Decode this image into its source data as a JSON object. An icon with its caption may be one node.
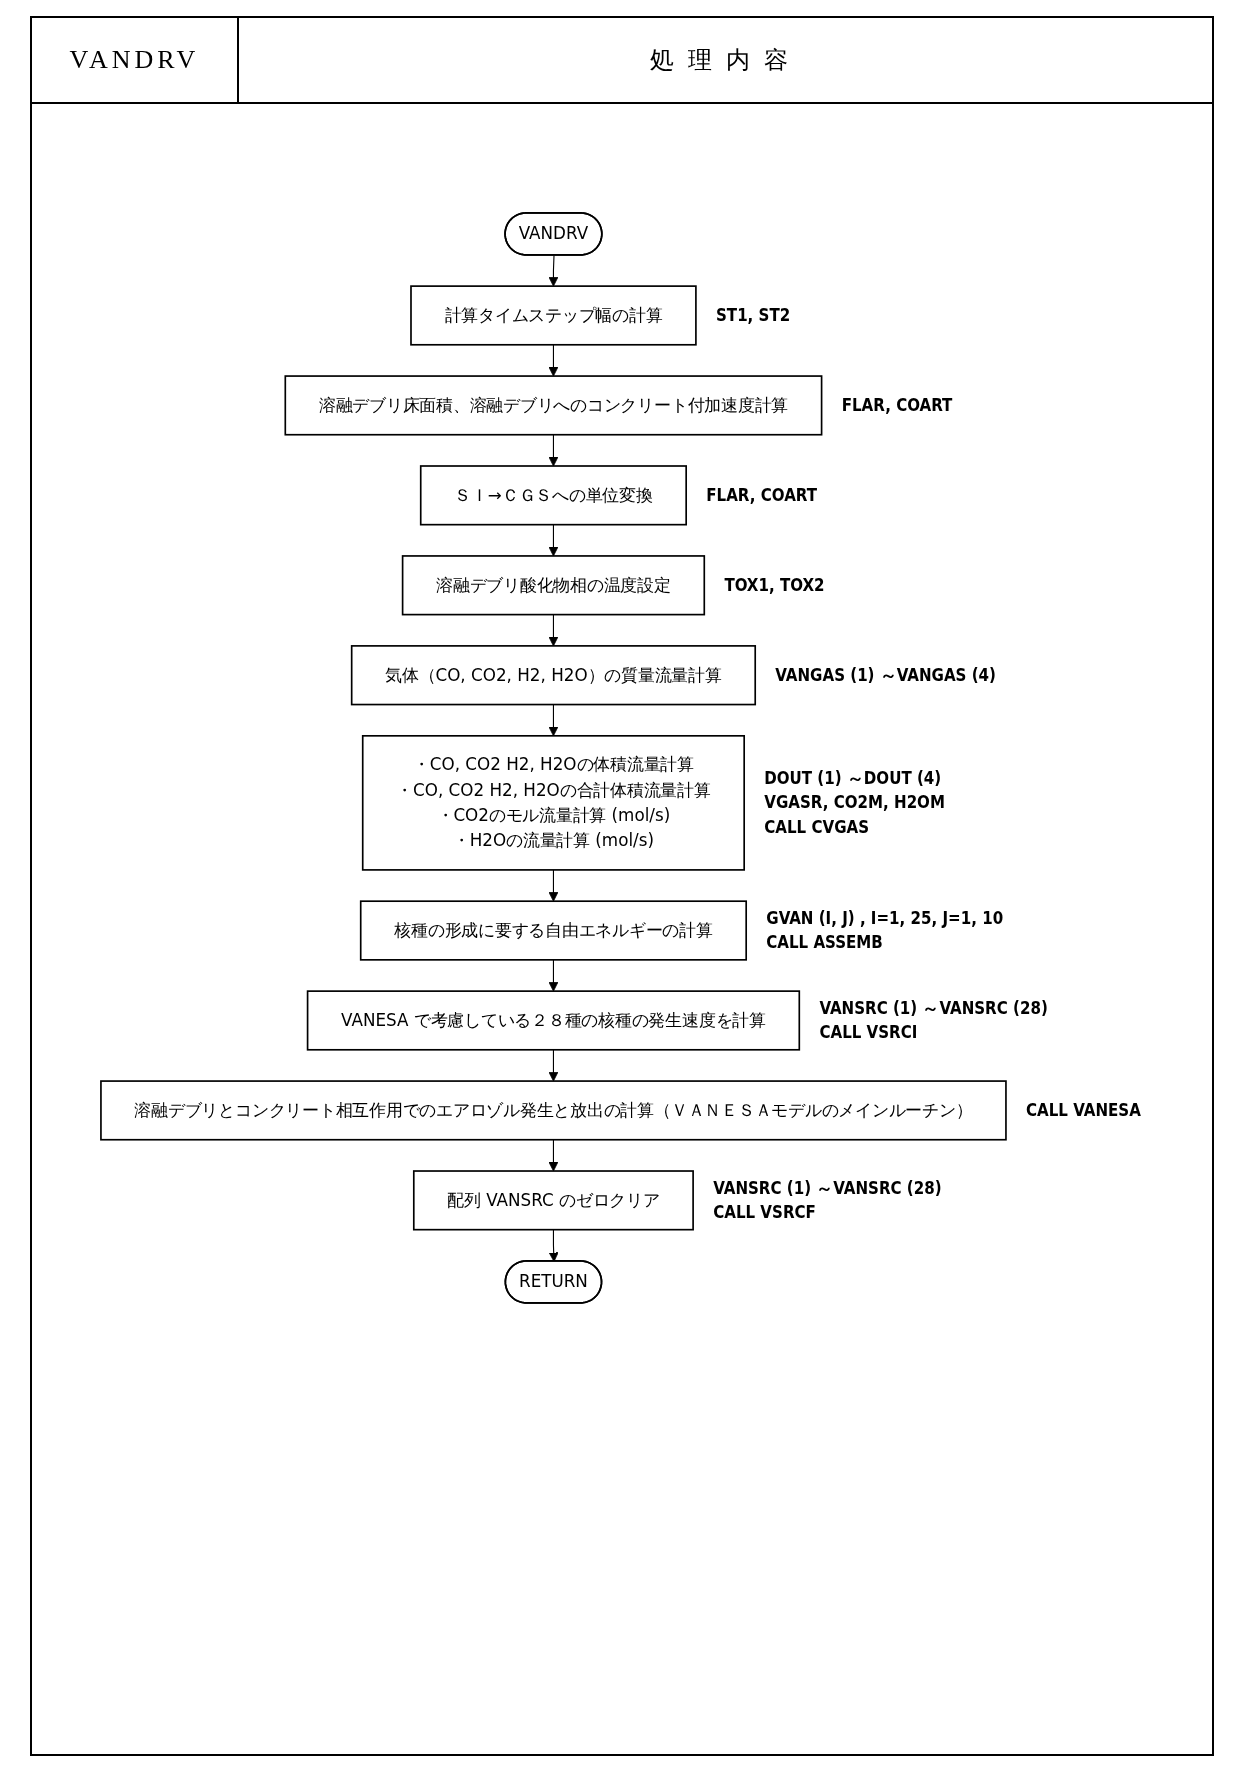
{
  "diagram": {
    "nodes": [
      {
        "text": [
          "VANDRV"
        ]
      },
      {
        "text": [
          "計算タイムステップ幅の計算"
        ],
        "beside": [
          "ST1, ST2"
        ]
      },
      {
        "text": [
          "溶融デブリ床面積、溶融デブリへのコンクリート付加速度計算"
        ],
        "beside": [
          "FLAR, COART"
        ]
      },
      {
        "text": [
          "ＳＩ→ＣＧＳへの単位変換"
        ],
        "beside": [
          "FLAR, COART"
        ]
      },
      {
        "text": [
          "溶融デブリ酸化物相の温度設定"
        ],
        "beside": [
          "TOX1, TOX2"
        ]
      },
      {
        "text": [
          "気体（CO, CO2, H2, H2O）の質量流量計算"
        ],
        "beside": [
          "VANGAS (1) ～VANGAS (4)"
        ]
      },
      {
        "text": [
          "・CO, CO2 H2, H2Oの体積流量計算",
          "・CO, CO2 H2, H2Oの合計体積流量計算",
          "・CO2のモル流量計算 (mol/s)",
          "・H2Oの流量計算 (mol/s)"
        ],
        "beside": [
          "DOUT (1) ～DOUT (4)",
          "VGASR, CO2M, H2OM",
          "CALL CVGAS"
        ]
      },
      {
        "text": [
          "核種の形成に要する自由エネルギーの計算"
        ],
        "beside": [
          "GVAN (I, J) , I=1, 25, J=1, 10",
          "CALL ASSEMB"
        ]
      },
      {
        "text": [
          "VANESA で考慮している２８種の核種の発生速度を計算"
        ],
        "beside": [
          "VANSRC (1) ～VANSRC (28)",
          "CALL VSRCI"
        ]
      },
      {
        "text": [
          "溶融デブリとコンクリート相互作用でのエアロゾル発生と放出の計算（ＶＡＮＥＳＡモデルのメインルーチン）"
        ],
        "beside": [
          "CALL VANESA"
        ]
      },
      {
        "text": [
          "配列 VANSRC のゼロクリア"
        ],
        "beside": [
          "VANSRC (1) ～VANSRC (28)",
          "CALL VSRCF"
        ]
      },
      {
        "text": [
          "RETURN"
        ]
      }
    ],
    "edges": [
      {
        "from": 0,
        "to": 1,
        "arrow": "to"
      },
      {
        "from": 1,
        "to": 2,
        "arrow": "to"
      },
      {
        "from": 2,
        "to": 3,
        "arrow": "to"
      },
      {
        "from": 3,
        "to": 4,
        "arrow": "to"
      },
      {
        "from": 4,
        "to": 5,
        "arrow": "to"
      },
      {
        "from": 5,
        "to": 6,
        "arrow": "to"
      },
      {
        "from": 6,
        "to": 7,
        "arrow": "to"
      },
      {
        "from": 7,
        "to": 8,
        "arrow": "to"
      },
      {
        "from": 8,
        "to": 9,
        "arrow": "to"
      },
      {
        "from": 9,
        "to": 10,
        "arrow": "to"
      },
      {
        "from": 10,
        "to": 11,
        "arrow": "to"
      }
    ],
    "labels": [
      "VANDRV",
      "処理内容"
    ]
  }
}
